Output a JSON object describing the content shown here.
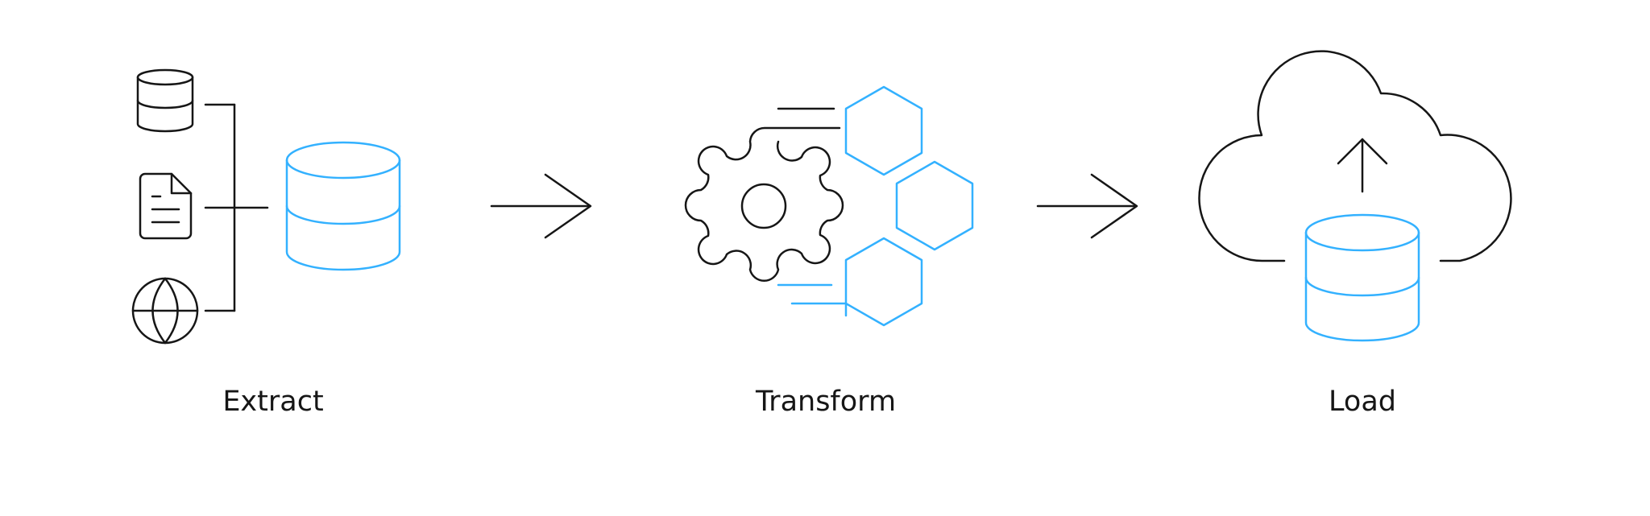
{
  "stages": [
    {
      "label": "Extract"
    },
    {
      "label": "Transform"
    },
    {
      "label": "Load"
    }
  ],
  "colors": {
    "stroke": "#161616",
    "accent": "#33b1ff",
    "background": "#ffffff"
  },
  "icons": {
    "extract_sources": [
      "database-icon",
      "document-icon",
      "globe-icon"
    ],
    "extract_target": "database-icon",
    "transform": [
      "gear-icon",
      "hexagon-icon"
    ],
    "load": [
      "cloud-icon",
      "upload-arrow-icon",
      "database-icon"
    ],
    "flow": "arrow-right-icon"
  }
}
